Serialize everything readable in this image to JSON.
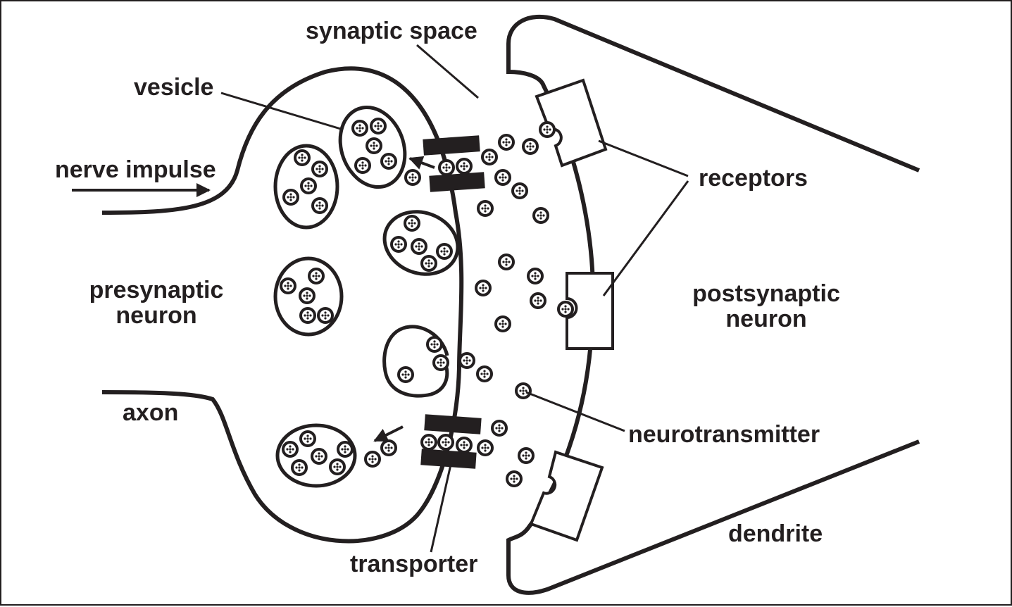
{
  "labels": {
    "synaptic_space": "synaptic space",
    "vesicle": "vesicle",
    "nerve_impulse": "nerve impulse",
    "receptors": "receptors",
    "presynaptic_line1": "presynaptic",
    "presynaptic_line2": "neuron",
    "postsynaptic_line1": "postsynaptic",
    "postsynaptic_line2": "neuron",
    "axon": "axon",
    "neurotransmitter": "neurotransmitter",
    "transporter": "transporter",
    "dendrite": "dendrite"
  },
  "colors": {
    "ink": "#231f20",
    "background": "#ffffff"
  }
}
